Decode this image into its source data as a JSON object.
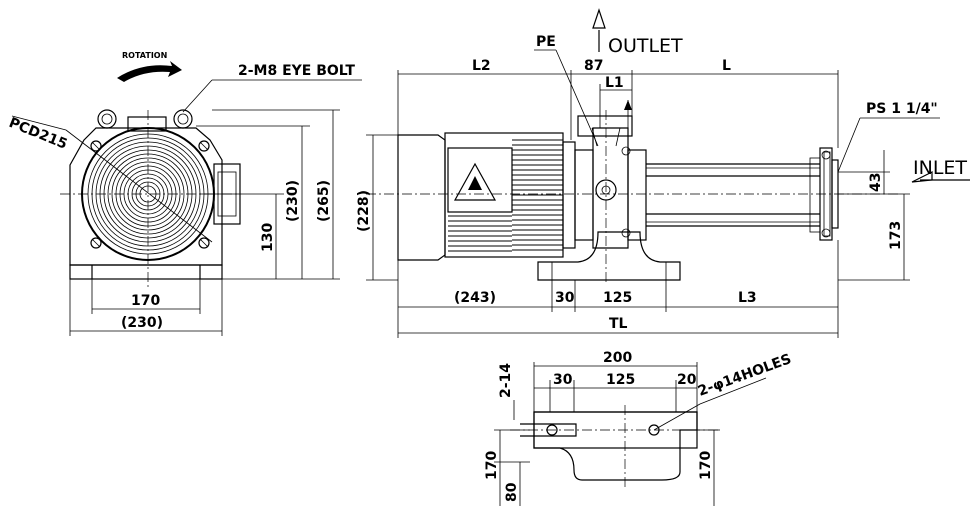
{
  "labels": {
    "rotation": "ROTATION",
    "eye_bolt": "2-M8 EYE BOLT",
    "pcd": "PCD215",
    "outlet": "OUTLET",
    "inlet": "INLET",
    "pe": "PE",
    "ps": "PS 1 1/4\"",
    "holes": "2-φ14HOLES"
  },
  "dims": {
    "front_width_inner": "170",
    "front_width_outer": "(230)",
    "front_h130": "130",
    "front_h230": "(230)",
    "front_h265": "(265)",
    "side_h228": "(228)",
    "L2": "L2",
    "d87": "87",
    "L": "L",
    "L1": "L1",
    "d43": "43",
    "d173": "173",
    "d243": "(243)",
    "d30": "30",
    "d125": "125",
    "L3": "L3",
    "TL": "TL",
    "base_200": "200",
    "base_30": "30",
    "base_125": "125",
    "base_20": "20",
    "base_2_14": "2-14",
    "base_170_left": "170",
    "base_80": "80",
    "base_170_right": "170"
  }
}
